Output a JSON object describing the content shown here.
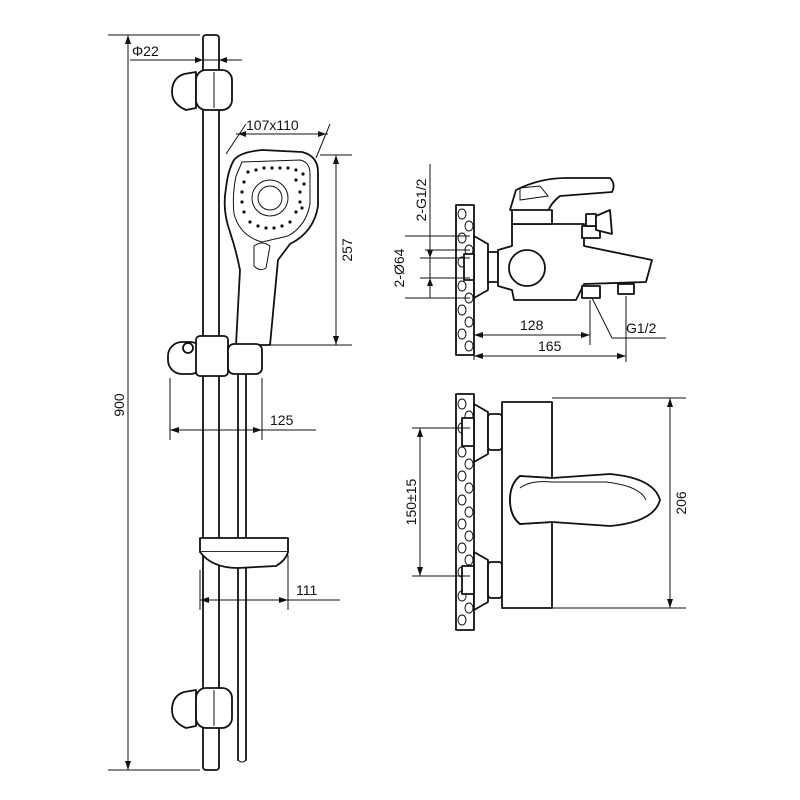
{
  "drawing": {
    "shower_set": {
      "rail_diameter": "Φ22",
      "rail_length": "900",
      "head_size": "107x110",
      "head_length": "257",
      "bracket_projection": "125",
      "soap_dish_projection": "111"
    },
    "mixer_side": {
      "outlet_thread": "2-G1/2",
      "escutcheon": "2-Ø64",
      "spout_projection": "128",
      "overall_projection": "165",
      "diverter_thread": "G1/2"
    },
    "mixer_front": {
      "centers": "150±15",
      "height": "206"
    }
  }
}
